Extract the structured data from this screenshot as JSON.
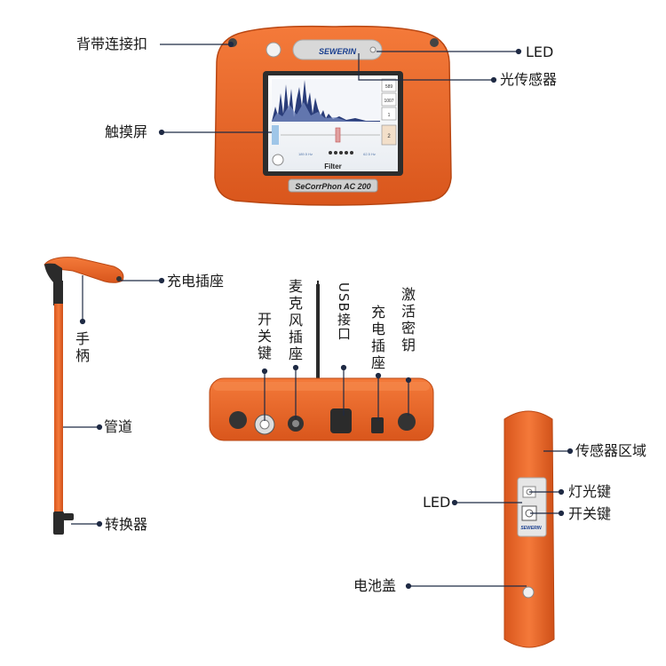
{
  "device": {
    "brand": "SEWERIN",
    "model": "SeCorrPhon AC 200",
    "screen": {
      "bottom_label": "Filter",
      "side_values": [
        "589",
        "1007",
        "1",
        "2"
      ],
      "left_value": "189.5 Hz",
      "right_value": "62.5 Hz"
    }
  },
  "labels": {
    "strap_buckle": "背带连接扣",
    "led_top": "LED",
    "light_sensor": "光传感器",
    "touchscreen": "触摸屏",
    "charge_socket_handle": "充电插座",
    "handle": "手柄",
    "tube": "管道",
    "adapter": "转换器",
    "power_switch": "开关键",
    "mic_socket": "麦克风插座",
    "usb_port": "USB接口",
    "charge_socket_panel": "充电插座",
    "activation_key": "激活密钥",
    "sensor_area": "传感器区域",
    "led_remote": "LED",
    "light_button": "灯光键",
    "power_button": "开关键",
    "battery_cover": "电池盖"
  },
  "colors": {
    "device_orange": "#e9662a",
    "accent_dark": "#2b2b2b",
    "leader_line": "#1f2a44"
  }
}
